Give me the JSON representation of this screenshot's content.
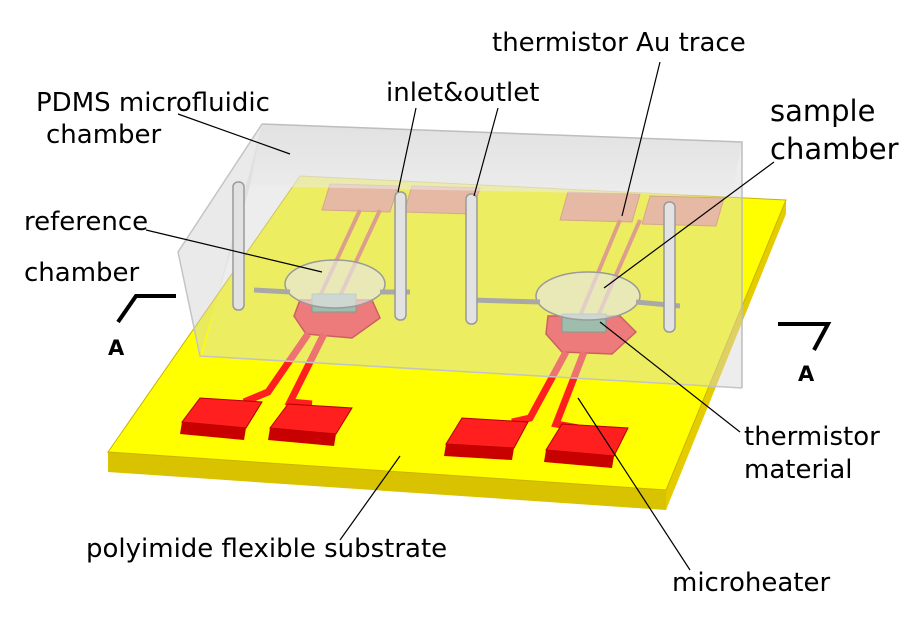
{
  "labels": {
    "pdms_line1": "PDMS microfluidic",
    "pdms_line2": "chamber",
    "inlet_outlet": "inlet&outlet",
    "thermistor_trace": "thermistor Au trace",
    "sample_line1": "sample",
    "sample_line2": "chamber",
    "reference_line1": "reference",
    "reference_line2": "chamber",
    "section_left": "A",
    "section_right": "A",
    "thermistor_mat_line1": "thermistor",
    "thermistor_mat_line2": "material",
    "substrate": "polyimide flexible substrate",
    "microheater": "microheater"
  },
  "colors": {
    "substrate_top": "#ffff00",
    "substrate_side": "#e5cc00",
    "heater": "#ff1f1f",
    "heater_dark": "#c80000",
    "pad_orange": "#f2a07a",
    "pdms_fill": "#dcdcdc",
    "thermistor": "#6fa88a"
  }
}
